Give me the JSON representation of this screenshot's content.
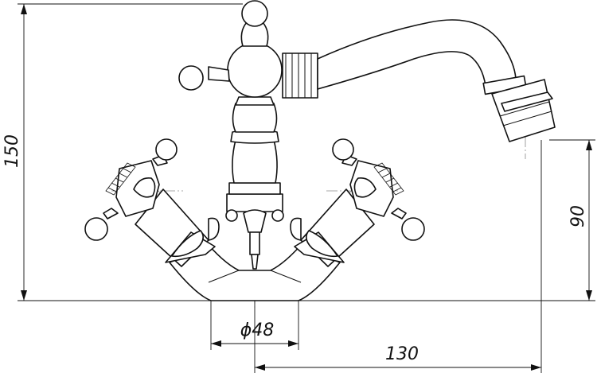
{
  "dimensions": {
    "total_height": "150",
    "spout_height": "90",
    "base_diameter": "ϕ48",
    "spout_reach": "130"
  }
}
